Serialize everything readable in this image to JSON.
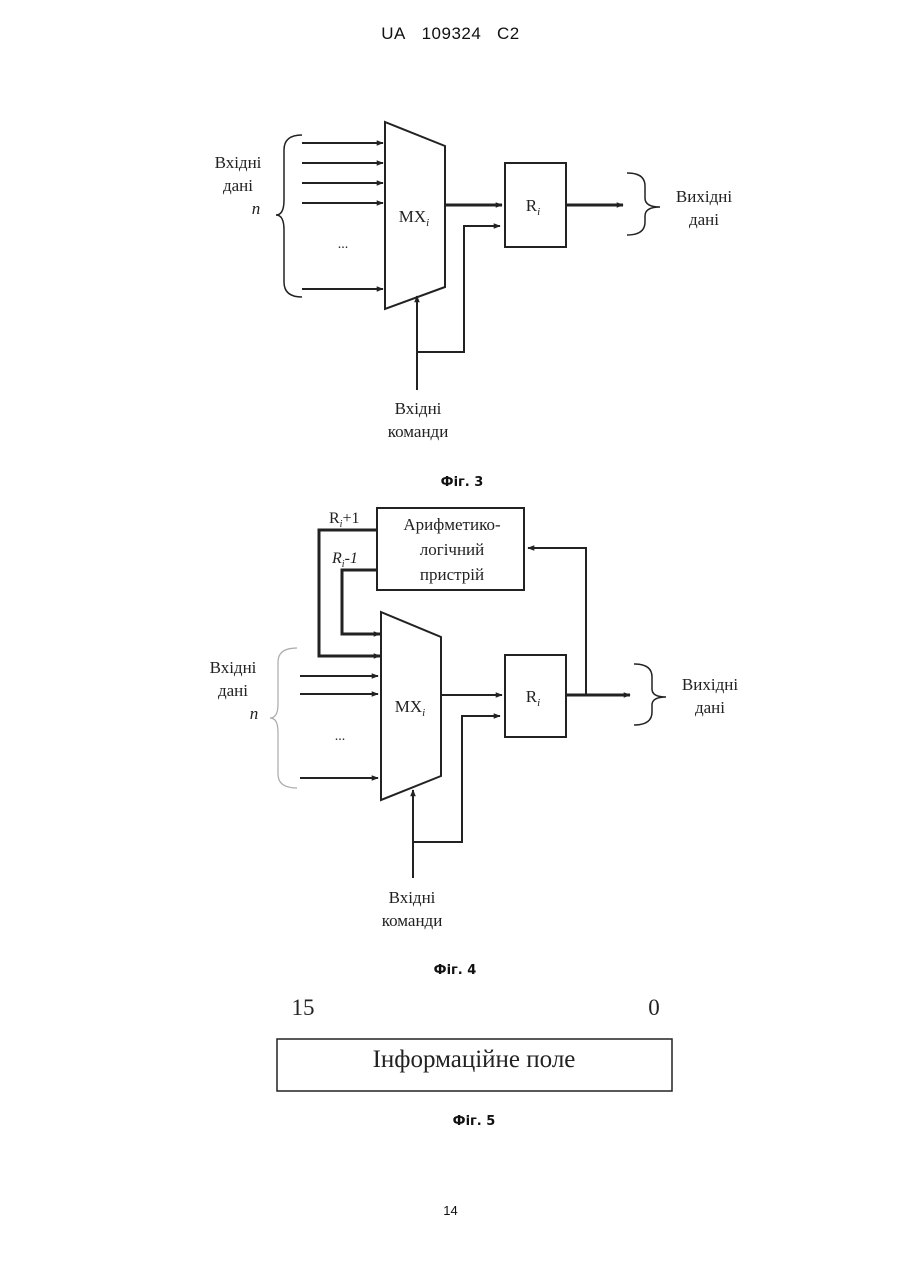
{
  "header": {
    "office": "UA",
    "number": "109324",
    "kind": "C2"
  },
  "fig3": {
    "input_data": [
      "Вхідні",
      "дані"
    ],
    "n": "n",
    "dots": "...",
    "mux": "MX",
    "mux_sub": "i",
    "register": "R",
    "register_sub": "i",
    "output_data": [
      "Вихідні",
      "дані"
    ],
    "input_commands": [
      "Вхідні",
      "команди"
    ],
    "caption": "Фіг. 3"
  },
  "fig4": {
    "alu": [
      "Арифметико-",
      "логічний",
      "пристрій"
    ],
    "r_plus": "R",
    "r_plus_sub": "i",
    "r_plus_suffix": "+1",
    "r_minus": "R",
    "r_minus_sub": "i",
    "r_minus_suffix": "-1",
    "input_data": [
      "Вхідні",
      "дані"
    ],
    "n": "n",
    "dots": "...",
    "mux": "MX",
    "mux_sub": "i",
    "register": "R",
    "register_sub": "i",
    "output_data": [
      "Вихідні",
      "дані"
    ],
    "input_commands": [
      "Вхідні",
      "команди"
    ],
    "caption": "Фіг. 4"
  },
  "fig5": {
    "high_bit": "15",
    "low_bit": "0",
    "field_label": "Інформаційне поле",
    "caption": "Фіг. 5"
  },
  "page_number": "14"
}
